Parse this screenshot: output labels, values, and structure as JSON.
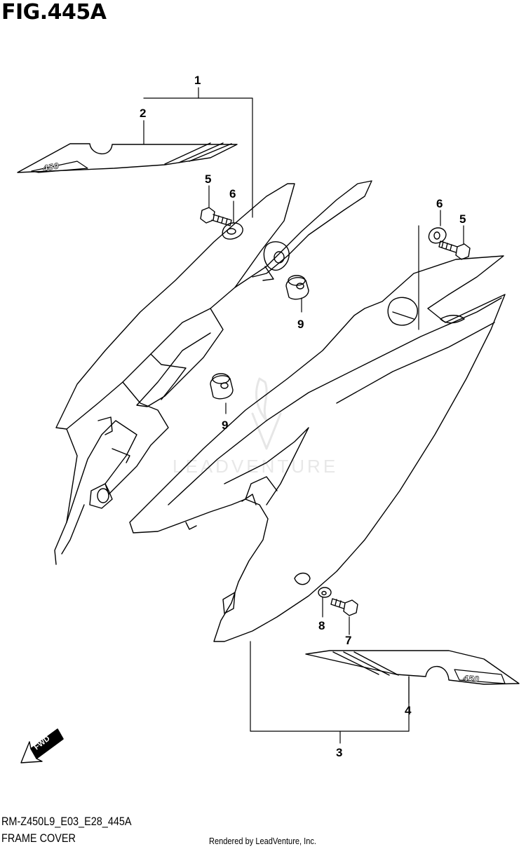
{
  "figure": {
    "title": "FIG.445A",
    "model_code": "RM-Z450L9_E03_E28_445A",
    "caption": "FRAME COVER",
    "rendered_by": "Rendered by LeadVenture, Inc.",
    "watermark": "LEADVENTURE",
    "direction_label": "FWD",
    "decal_text": "450"
  },
  "callouts": [
    {
      "id": "c1",
      "label": "1"
    },
    {
      "id": "c2",
      "label": "2"
    },
    {
      "id": "c3",
      "label": "3"
    },
    {
      "id": "c4",
      "label": "4"
    },
    {
      "id": "c5a",
      "label": "5"
    },
    {
      "id": "c5b",
      "label": "5"
    },
    {
      "id": "c6a",
      "label": "6"
    },
    {
      "id": "c6b",
      "label": "6"
    },
    {
      "id": "c7",
      "label": "7"
    },
    {
      "id": "c8",
      "label": "8"
    },
    {
      "id": "c9a",
      "label": "9"
    },
    {
      "id": "c9b",
      "label": "9"
    }
  ],
  "colors": {
    "line": "#000000",
    "background": "#ffffff",
    "watermark": "#e8e8e8"
  }
}
